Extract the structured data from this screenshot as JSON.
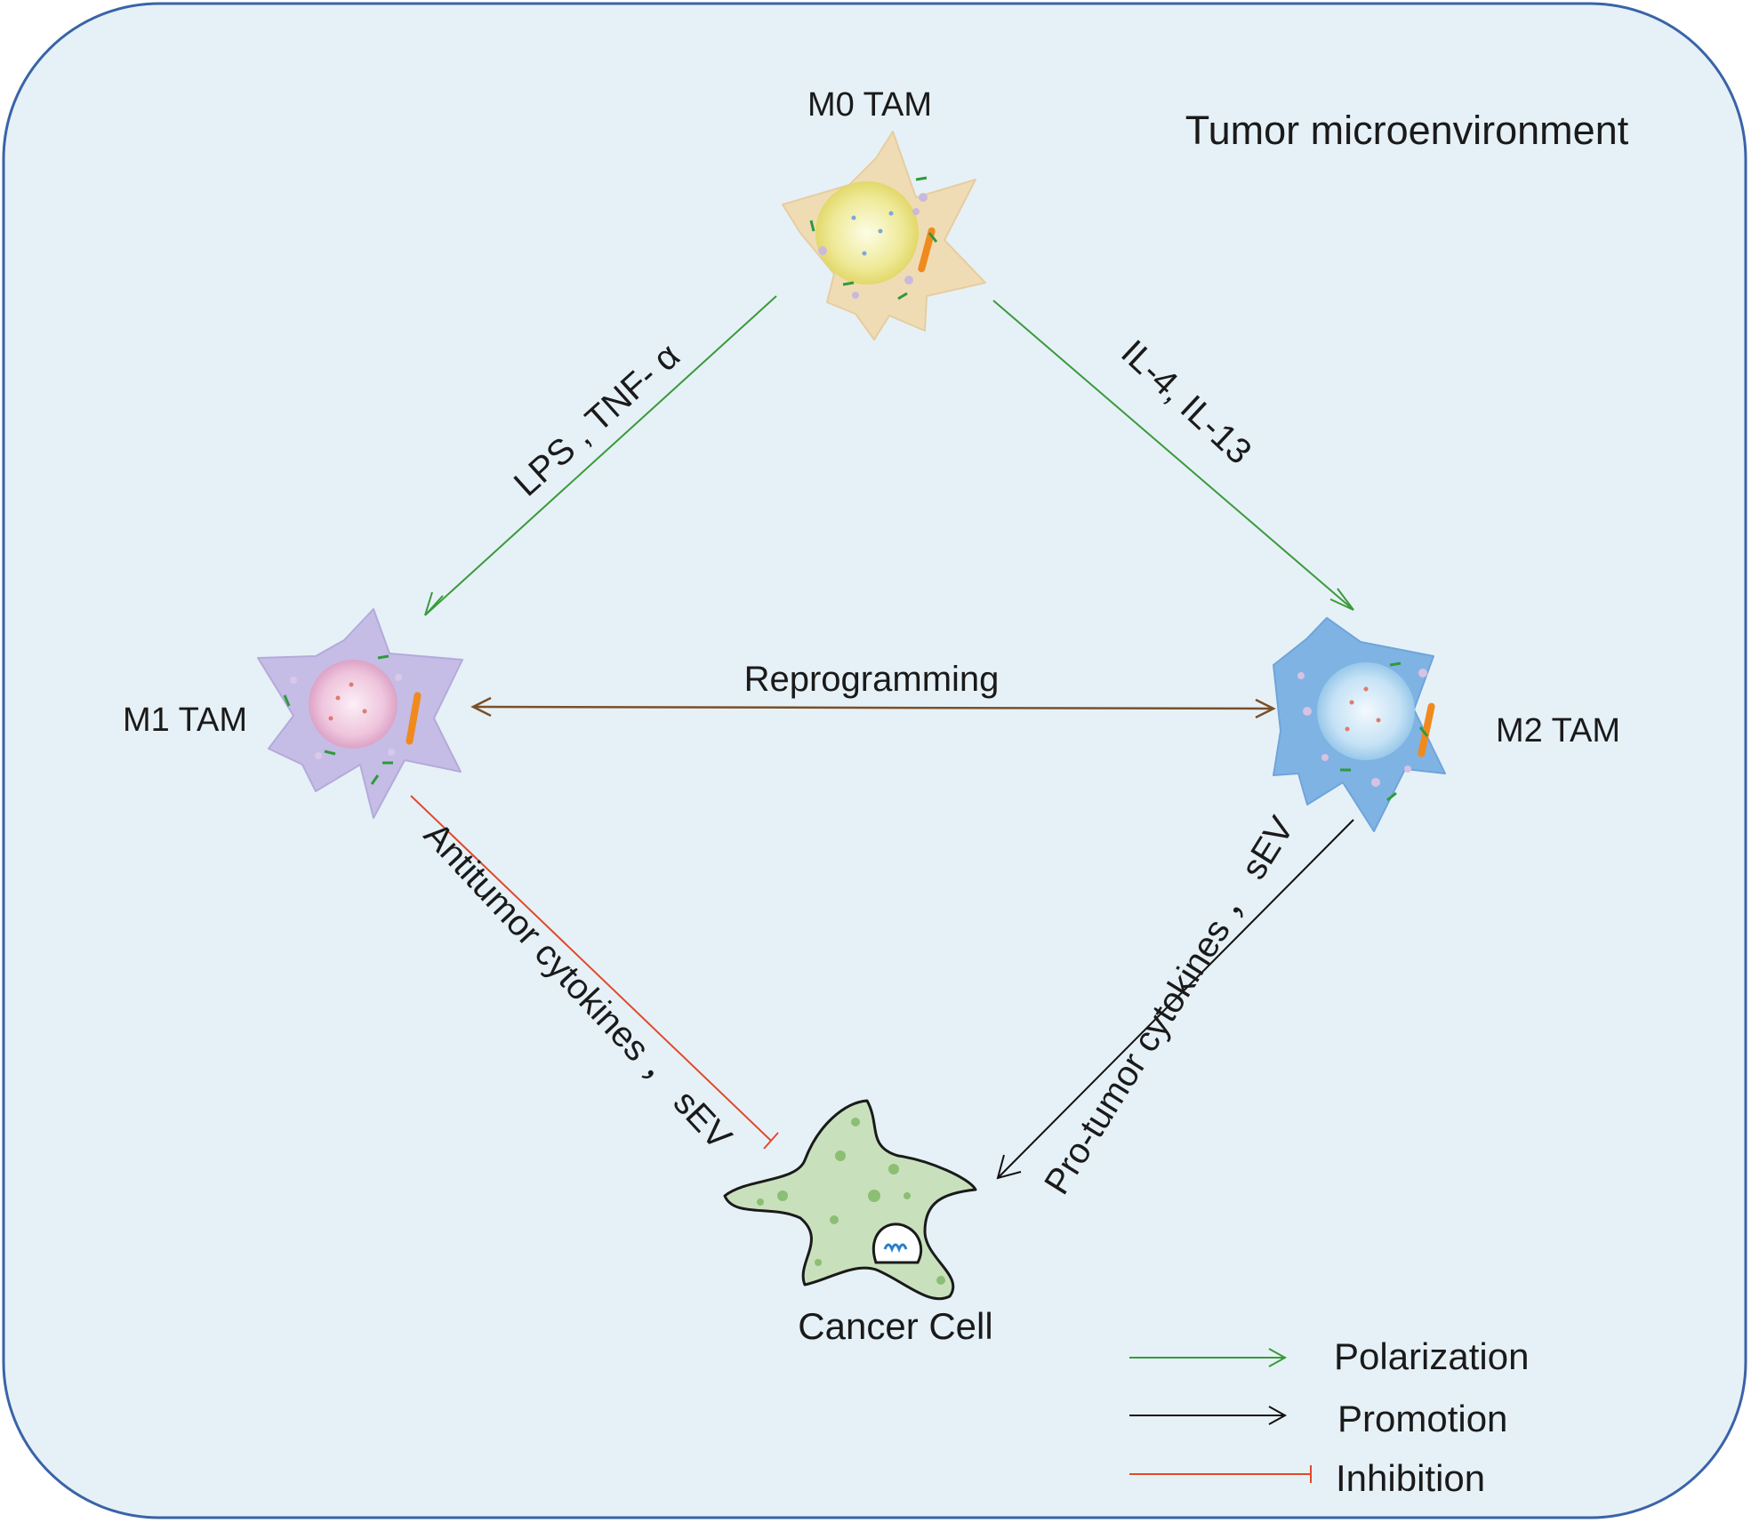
{
  "title": "Tumor microenvironment",
  "cells": {
    "m0": {
      "label": "M0  TAM"
    },
    "m1": {
      "label": "M1  TAM"
    },
    "m2": {
      "label": "M2  TAM"
    },
    "cancer": {
      "label": "Cancer Cell"
    }
  },
  "arrows": {
    "m0_to_m1": {
      "label": "LPS , TNF- α",
      "type": "Polarization"
    },
    "m0_to_m2": {
      "label": "IL-4, IL-13",
      "type": "Polarization"
    },
    "reprogramming": {
      "label": "Reprogramming"
    },
    "m1_to_cancer": {
      "label": "Antitumor cytokines ， sEV",
      "type": "Inhibition"
    },
    "m2_to_cancer": {
      "label": "Pro-tumor cytokines ， sEV",
      "type": "Promotion"
    }
  },
  "legend": {
    "items": [
      {
        "label": "Polarization",
        "color": "#3a9a3a"
      },
      {
        "label": "Promotion",
        "color": "#111111"
      },
      {
        "label": "Inhibition",
        "color": "#e04a2a"
      }
    ]
  },
  "colors": {
    "background": "#e6f1f7",
    "border": "#3a63a8",
    "m0": "#f0dcb4",
    "m1": "#c5bde6",
    "m2": "#7fb3e3",
    "cancer": "#c9e0bd",
    "reprogramming": "#7a4f2a"
  }
}
